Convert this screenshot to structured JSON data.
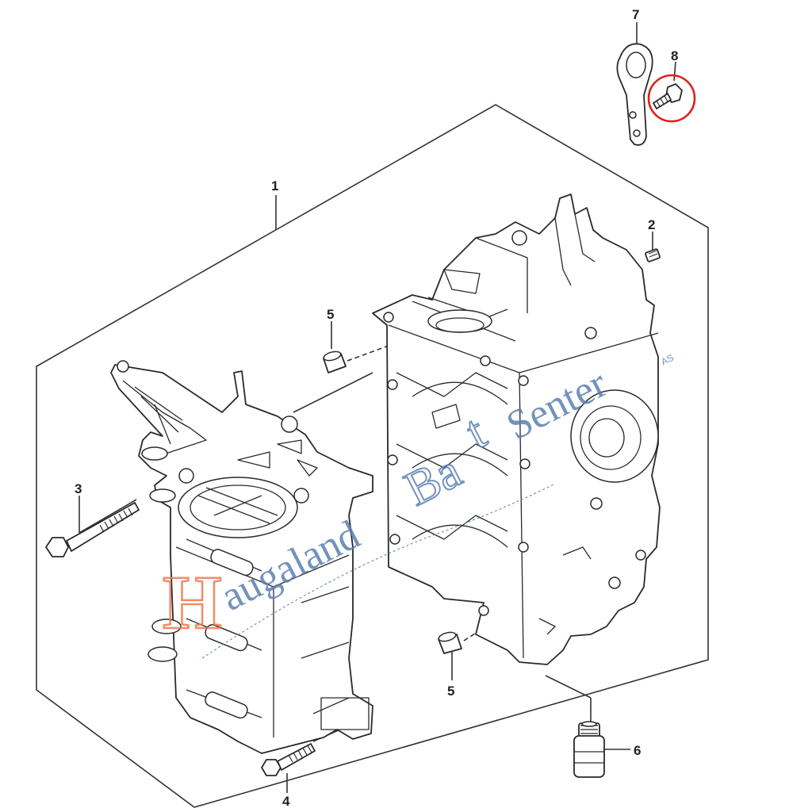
{
  "callouts": {
    "c1": "1",
    "c2": "2",
    "c3": "3",
    "c4": "4",
    "c5a": "5",
    "c5b": "5",
    "c6": "6",
    "c7": "7",
    "c8": "8"
  },
  "watermark": {
    "initial": "H",
    "word1": "augaland",
    "word2": "Ba",
    "word3": "t",
    "word4": "Senter",
    "suffix": "AS"
  },
  "colors": {
    "line": "#333333",
    "highlight_circle": "#e0201c",
    "watermark_orange": "#f07850",
    "watermark_blue": "#5a7fb0"
  },
  "icons": {
    "highlight": "red-circle-highlight"
  }
}
